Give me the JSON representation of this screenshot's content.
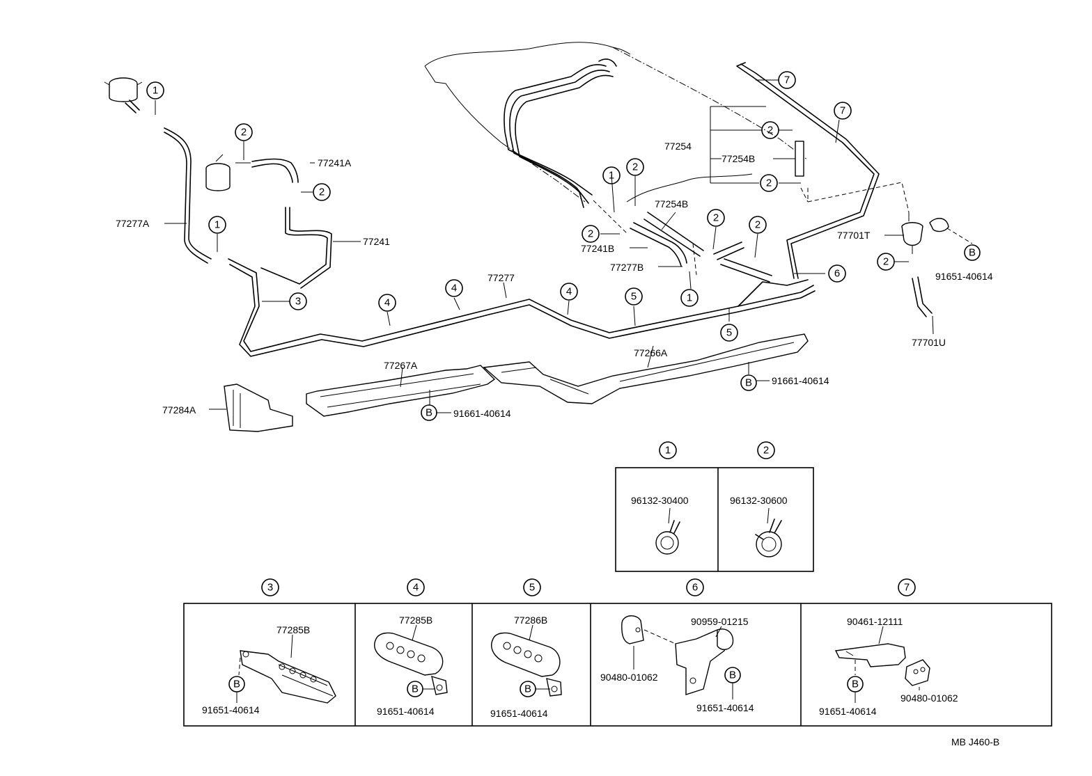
{
  "callout_numbers": {
    "c1": "1",
    "c2": "2",
    "c3": "3",
    "c4": "4",
    "c5": "5",
    "c6": "6",
    "c7": "7"
  },
  "bolt_letter": "B",
  "parts": {
    "p77241A": "77241A",
    "p77277A": "77277A",
    "p77241": "77241",
    "p77277": "77277",
    "p77254": "77254",
    "p77254B_a": "77254B",
    "p77254B_b": "77254B",
    "p77241B": "77241B",
    "p77277B": "77277B",
    "p77701T": "77701T",
    "p77701U": "77701U",
    "p91651_top": "91651-40614",
    "p77266A": "77266A",
    "p77267A": "77267A",
    "p77284A": "77284A",
    "p91661_a": "91661-40614",
    "p91661_b": "91661-40614"
  },
  "detail_boxes": {
    "d1_part": "96132-30400",
    "d2_part": "96132-30600",
    "d3_part": "77285B",
    "d3_bolt": "91651-40614",
    "d4_part": "77285B",
    "d4_bolt": "91651-40614",
    "d5_part": "77286B",
    "d5_bolt": "91651-40614",
    "d6_part_a": "90959-01215",
    "d6_part_b": "90480-01062",
    "d6_bolt": "91651-40614",
    "d7_part_a": "90461-12111",
    "d7_part_b": "90480-01062",
    "d7_bolt": "91651-40614"
  },
  "diagram_code": "MB J460-B"
}
